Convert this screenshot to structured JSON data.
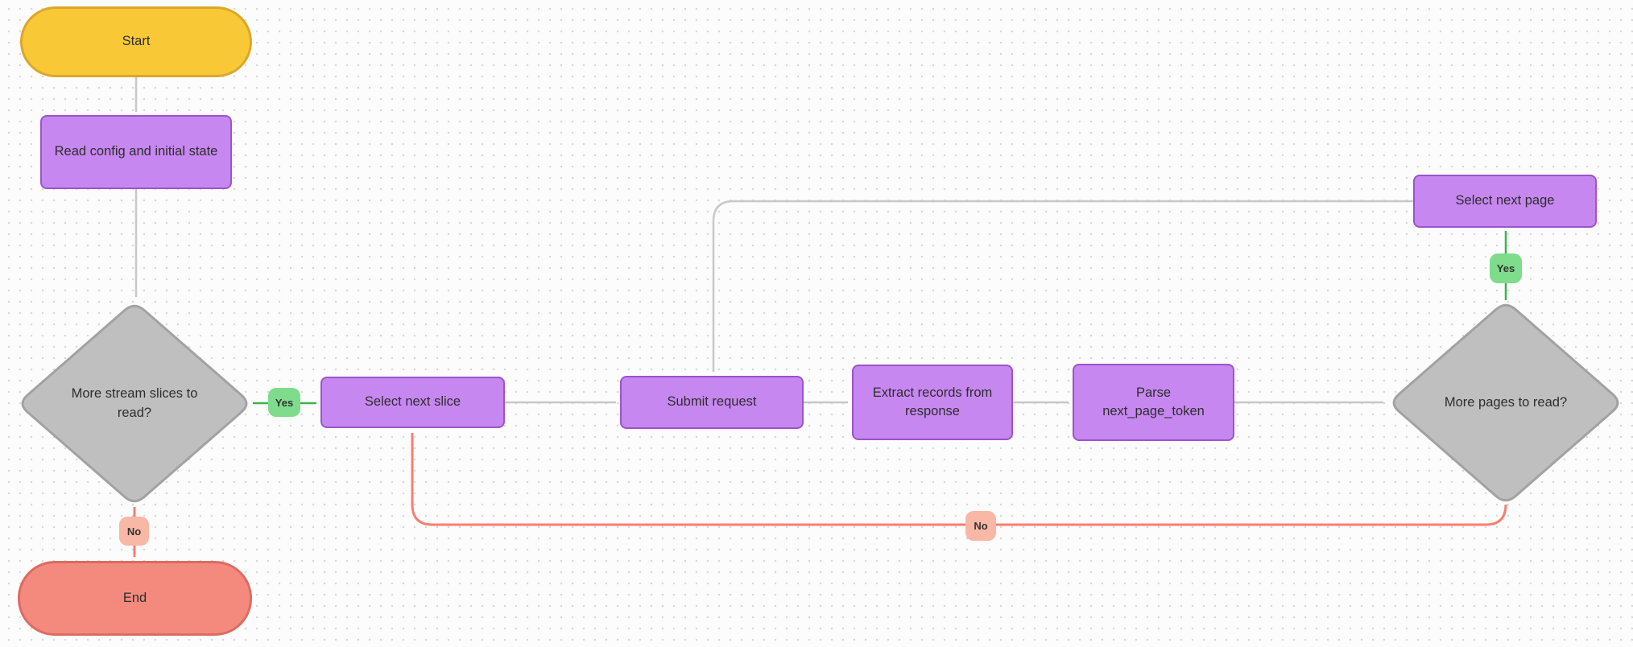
{
  "diagram": {
    "nodes": {
      "start": {
        "label": "Start"
      },
      "read_config": {
        "label": "Read config and initial state"
      },
      "more_slices": {
        "label": "More stream slices to read?"
      },
      "select_next_slice": {
        "label": "Select next slice"
      },
      "submit_request": {
        "label": "Submit request"
      },
      "extract_records": {
        "label": "Extract records from response"
      },
      "parse_token": {
        "label": "Parse\nnext_page_token"
      },
      "more_pages": {
        "label": "More pages to read?"
      },
      "select_next_page": {
        "label": "Select next page"
      },
      "end": {
        "label": "End"
      }
    },
    "edge_labels": {
      "yes_slices": "Yes",
      "no_slices": "No",
      "yes_pages": "Yes",
      "no_pages": "No"
    }
  },
  "colors": {
    "yellow_fill": "#F8C837",
    "yellow_border": "#DBA72B",
    "purple_fill": "#C687F0",
    "purple_border": "#9C54C8",
    "gray_fill": "#BFBFBF",
    "gray_border": "#A2A2A2",
    "red_fill": "#F48A7E",
    "red_border": "#DB6C62",
    "green_badge": "#7EDC8C",
    "salmon_badge": "#F9B7A5",
    "edge_gray": "#C8C8C8",
    "edge_green": "#3BB44A",
    "edge_red": "#F87E72",
    "text": "#2E2E2E",
    "canvas_bg": "#FCFCFC",
    "dot": "#D8D8D8"
  }
}
